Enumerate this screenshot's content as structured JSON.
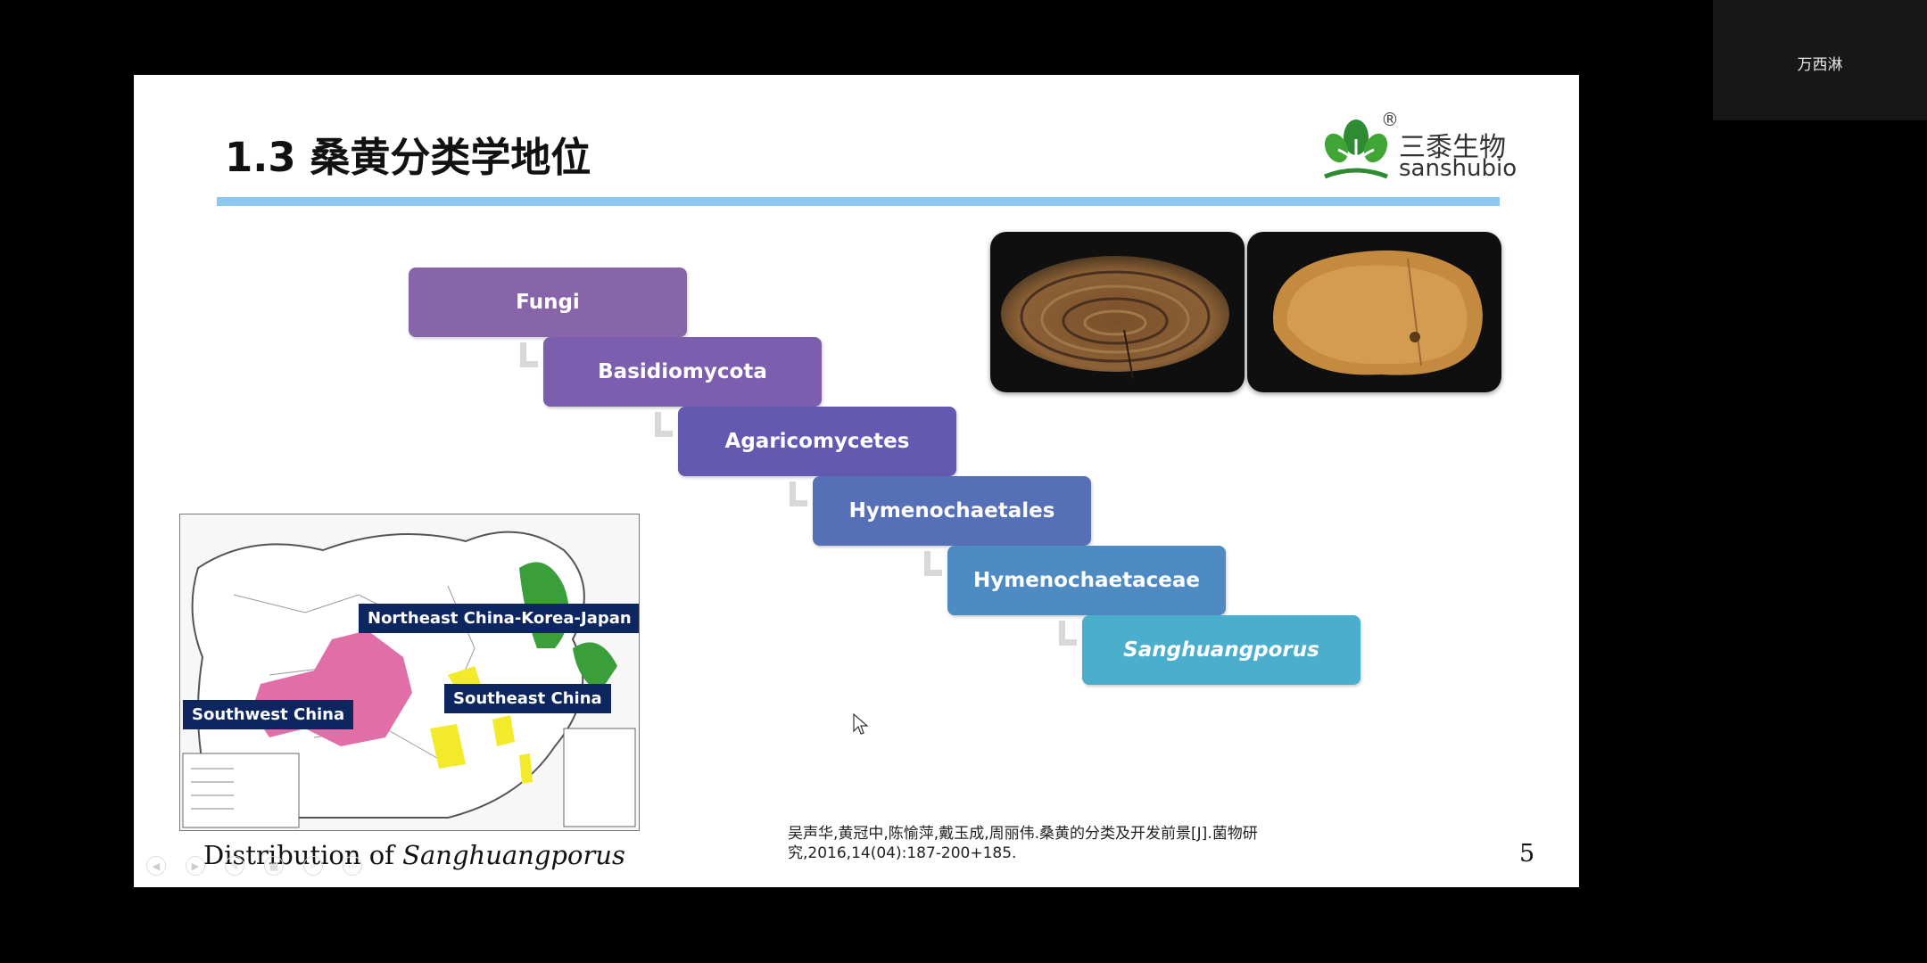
{
  "participant": {
    "name": "万西淋"
  },
  "slide": {
    "title": "1.3 桑黄分类学地位",
    "logo": {
      "name_cn": "三黍生物",
      "name_en": "sanshubio",
      "registered": "®"
    },
    "taxonomy": [
      {
        "label": "Fungi",
        "color": "#8865a8",
        "italic": false
      },
      {
        "label": "Basidiomycota",
        "color": "#7b5fae",
        "italic": false
      },
      {
        "label": "Agaricomycetes",
        "color": "#6459b0",
        "italic": false
      },
      {
        "label": "Hymenochaetales",
        "color": "#5570b7",
        "italic": false
      },
      {
        "label": "Hymenochaetaceae",
        "color": "#4e8bc2",
        "italic": false
      },
      {
        "label": "Sanghuangporus",
        "color": "#4aaecc",
        "italic": true
      }
    ],
    "map": {
      "regions": [
        {
          "label": "Northeast China-Korea-Japan",
          "color": "#3a9e3a"
        },
        {
          "label": "Southwest China",
          "color": "#e16fa7"
        },
        {
          "label": "Southeast China",
          "color": "#f2ea2a"
        }
      ]
    },
    "caption": {
      "prefix": "Distribution of ",
      "italic": "Sanghuangporus"
    },
    "reference": "吴声华,黄冠中,陈愉萍,戴玉成,周丽伟.桑黄的分类及开发前景[J].菌物研究,2016,14(04):187-200+185.",
    "page_number": "5"
  }
}
